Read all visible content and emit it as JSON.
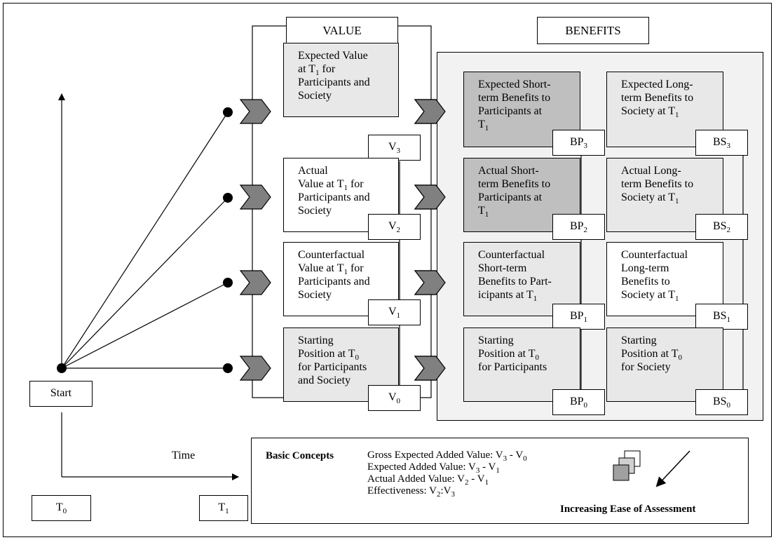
{
  "headers": {
    "value": "VALUE",
    "benefits": "BENEFITS"
  },
  "value_cells": {
    "expected": [
      "Expected Value",
      "at T",
      "1",
      " for",
      "Participants and",
      "Society"
    ],
    "actual": [
      "Actual",
      "Value at T",
      "1",
      " for",
      "Participants and",
      "Society"
    ],
    "counterfactual": [
      "Counterfactual",
      "Value at T",
      "1",
      " for",
      "Participants and",
      "Society"
    ],
    "starting": [
      "Starting",
      "Position at T",
      "0",
      "for Participants",
      "and Society"
    ]
  },
  "value_labels": {
    "v3": [
      "V",
      "3"
    ],
    "v2": [
      "V",
      "2"
    ],
    "v1": [
      "V",
      "1"
    ],
    "v0": [
      "V",
      "0"
    ]
  },
  "benefit_participants": {
    "expected": [
      "Expected Short-",
      "term Benefits to",
      "Participants at",
      "T",
      "1"
    ],
    "actual": [
      "Actual Short-",
      "term Benefits to",
      "Participants at",
      "T",
      "1"
    ],
    "counterfactual": [
      "Counterfactual",
      "Short-term",
      "Benefits to Part-",
      "icipants at T",
      "1"
    ],
    "starting": [
      "Starting",
      "Position at T",
      "0",
      "for Participants"
    ]
  },
  "benefit_society": {
    "expected": [
      "Expected Long-",
      "term Benefits to",
      "Society at T",
      "1"
    ],
    "actual": [
      "Actual Long-",
      "term Benefits to",
      "Society at T",
      "1"
    ],
    "counterfactual": [
      "Counterfactual",
      "Long-term",
      "Benefits to",
      "Society at T",
      "1"
    ],
    "starting": [
      "Starting",
      "Position at T",
      "0",
      "for Society"
    ]
  },
  "bp_labels": {
    "bp3": [
      "BP",
      "3"
    ],
    "bp2": [
      "BP",
      "2"
    ],
    "bp1": [
      "BP",
      "1"
    ],
    "bp0": [
      "BP",
      "0"
    ]
  },
  "bs_labels": {
    "bs3": [
      "BS",
      "3"
    ],
    "bs2": [
      "BS",
      "2"
    ],
    "bs1": [
      "BS",
      "1"
    ],
    "bs0": [
      "BS",
      "0"
    ]
  },
  "timeline": {
    "start": "Start",
    "time": "Time",
    "t0": [
      "T",
      "0"
    ],
    "t1": [
      "T",
      "1"
    ]
  },
  "concepts": {
    "title": "Basic Concepts",
    "lines": [
      [
        "Gross Expected Added Value: V",
        "3",
        "  - V",
        "0"
      ],
      [
        "Expected Added Value: V",
        "3",
        "  - V",
        "1"
      ],
      [
        "Actual Added Value: V",
        "2",
        " - V",
        "1"
      ],
      [
        "Effectiveness: V",
        "2",
        ":V",
        "3"
      ]
    ],
    "ease": "Increasing Ease of Assessment"
  },
  "colors": {
    "light_fill": "#e8e8e8",
    "dark_fill": "#bfbfbf",
    "chevron_fill": "#808080",
    "line": "#000000"
  }
}
